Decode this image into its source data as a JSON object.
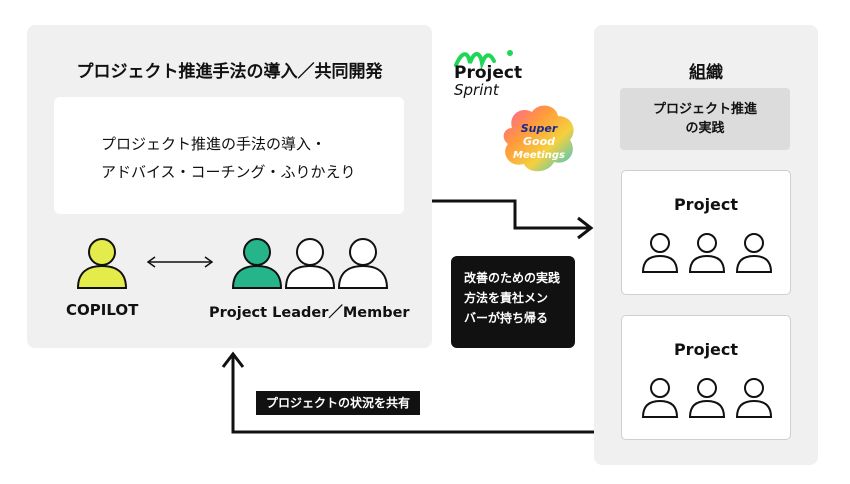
{
  "left": {
    "title": "プロジェクト推進手法の導入／共同開発",
    "box_line1": "プロジェクト推進の手法の導入・",
    "box_line2": "アドバイス・コーチング・ふりかえり",
    "copilot_label": "COPILOT",
    "leader_label": "Project Leader／Member"
  },
  "right": {
    "title": "組織",
    "practice_line1": "プロジェクト推進",
    "practice_line2": "の実践",
    "projects": [
      {
        "title": "Project"
      },
      {
        "title": "Project"
      }
    ]
  },
  "note": {
    "line1": "改善のための実践",
    "line2": "方法を責社メン",
    "line3": "バーが持ち帰る"
  },
  "share_label": "プロジェクトの状況を共有",
  "logos": {
    "project_sprint_line1": "Project",
    "project_sprint_line2": "Sprint",
    "sgm_line1": "Super",
    "sgm_line2": "Good",
    "sgm_line3": "Meetings"
  },
  "colors": {
    "copilot_person": "#e3ec4a",
    "leader_person": "#26b48a",
    "member_person": "#ffffff",
    "panel_bg": "#f0f0f0",
    "dark": "#111111"
  }
}
